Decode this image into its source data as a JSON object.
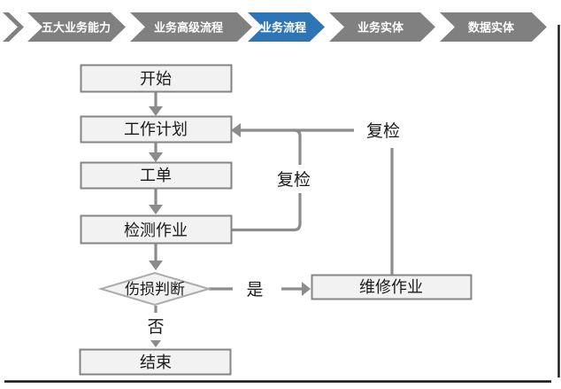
{
  "nav": {
    "items": [
      {
        "label": "五大业务能力",
        "active": false
      },
      {
        "label": "业务高级流程",
        "active": false
      },
      {
        "label": "业务流程",
        "active": true
      },
      {
        "label": "业务实体",
        "active": false
      },
      {
        "label": "数据实体",
        "active": false
      }
    ],
    "colors": {
      "default": "#808080",
      "active": "#2E75B6",
      "text": "#FFFFFF"
    }
  },
  "flowchart": {
    "nodes": {
      "start": "开始",
      "plan": "工作计划",
      "order": "工单",
      "inspect": "检测作业",
      "judge": "伤损判断",
      "repair": "维修作业",
      "end": "结束"
    },
    "labels": {
      "recheck_mid": "复检",
      "recheck_right": "复检",
      "yes": "是",
      "no": "否"
    },
    "colors": {
      "node_fill": "#F2F2F2",
      "node_border": "#848484",
      "connector": "#8C8C8C",
      "text": "#1A1A1A"
    }
  }
}
